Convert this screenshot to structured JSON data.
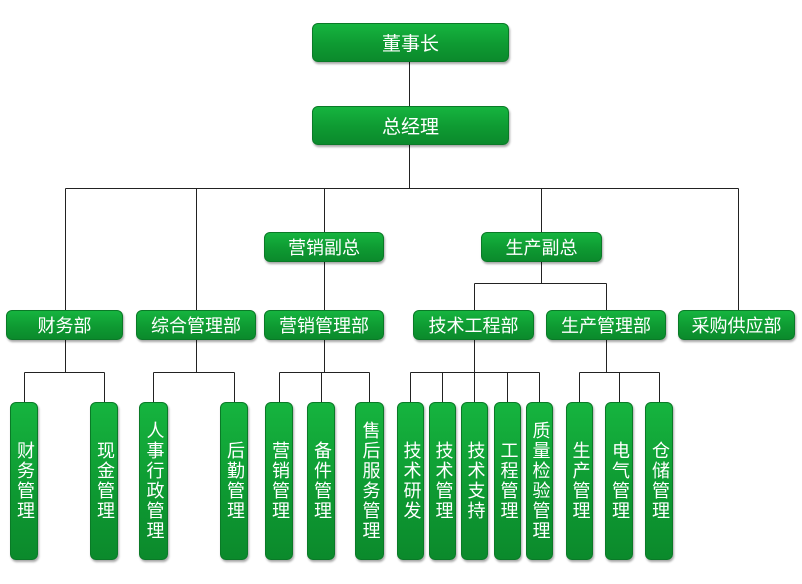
{
  "chairman": "董事长",
  "general_manager": "总经理",
  "vp_sales": "营销副总",
  "vp_production": "生产副总",
  "departments": {
    "finance": "财务部",
    "general_admin": "综合管理部",
    "sales": "营销管理部",
    "tech": "技术工程部",
    "production": "生产管理部",
    "purchasing": "采购供应部"
  },
  "units": {
    "finance_mgmt": "财务管理",
    "cash_mgmt": "现金管理",
    "hr_admin": "人事行政管理",
    "logistics": "后勤管理",
    "sales_mgmt": "营销管理",
    "parts_mgmt": "备件管理",
    "after_sales": "售后服务管理",
    "tech_rd": "技术研发",
    "tech_mgmt": "技术管理",
    "tech_support": "技术支持",
    "engineering_mgmt": "工程管理",
    "quality_inspection": "质量检验管理",
    "production_mgmt": "生产管理",
    "electrical_mgmt": "电气管理",
    "warehouse_mgmt": "仓储管理"
  }
}
